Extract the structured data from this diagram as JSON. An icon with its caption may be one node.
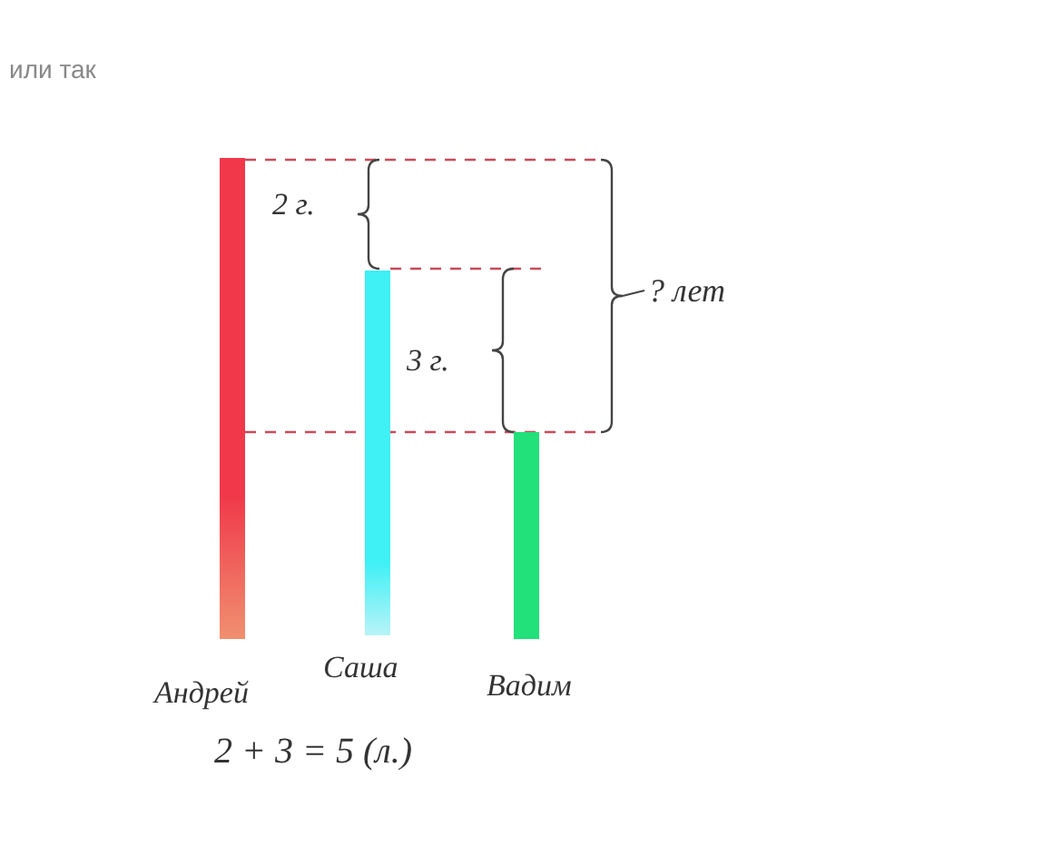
{
  "diagram": {
    "nodes": [
      {
        "text": [],
        "shape": "bar",
        "beside": [
          "Андрей"
        ]
      },
      {
        "text": [],
        "shape": "bar",
        "beside": [
          "Саша"
        ]
      },
      {
        "text": [],
        "shape": "bar",
        "beside": [
          "Вадим"
        ]
      }
    ],
    "labels": [
      "или так",
      "2 г.",
      "? лет",
      "3 г.",
      "2 + 3 = 5 (л.)"
    ]
  }
}
